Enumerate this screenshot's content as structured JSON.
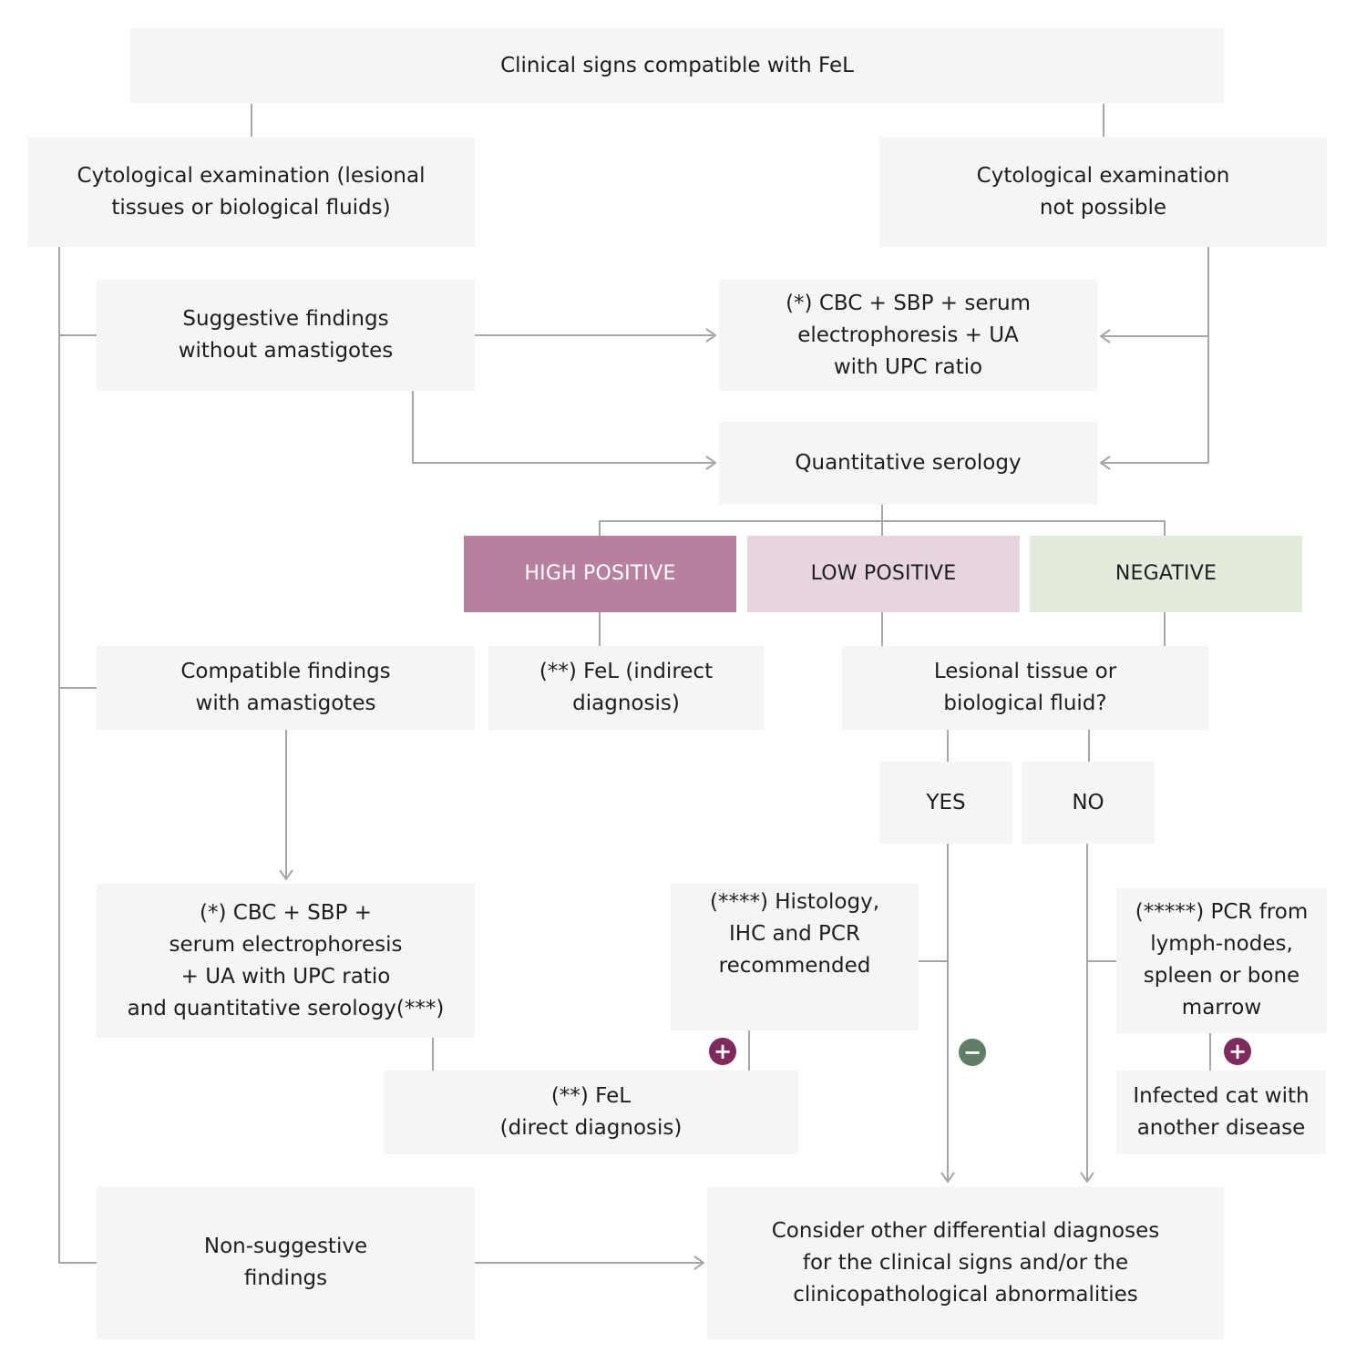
{
  "nodes": {
    "clinical_signs": "Clinical signs compatible with FeL",
    "cyto_exam": "Cytological examination (lesional\ntissues or biological fluids)",
    "cyto_not_possible": "Cytological examination\nnot possible",
    "suggestive_findings": "Suggestive findings\nwithout amastigotes",
    "cbc_panel": "(*) CBC + SBP + serum\nelectrophoresis + UA\nwith UPC ratio",
    "quant_serology": "Quantitative serology",
    "high_positive": "HIGH POSITIVE",
    "low_positive": "LOW POSITIVE",
    "negative": "NEGATIVE",
    "compatible_findings": "Compatible findings\nwith amastigotes",
    "fel_indirect": "(**) FeL (indirect\ndiagnosis)",
    "lesional_question": "Lesional tissue or\nbiological fluid?",
    "yes": "YES",
    "no": "NO",
    "cbc_serology": "(*) CBC + SBP +\nserum electrophoresis\n+ UA with UPC ratio\nand quantitative serology(***)",
    "histology": "(****) Histology,\nIHC and PCR\nrecommended",
    "pcr": "(*****) PCR from\nlymph-nodes,\nspleen or bone\nmarrow",
    "fel_direct": "(**) FeL\n(direct diagnosis)",
    "infected_cat": "Infected cat with\nanother disease",
    "non_suggestive": "Non-suggestive\nfindings",
    "consider_other": "Consider other differential diagnoses\nfor the clinical signs and/or the\nclinicopathological abnormalities"
  },
  "badges": {
    "histology_positive": "+",
    "pcr_positive": "+",
    "yes_negative": "−"
  },
  "colors": {
    "box_fill": "#f5f5f5",
    "connector": "#a6a6a6",
    "high_positive": "#b8809f",
    "low_positive": "#e6d4de",
    "negative": "#e3ecdc",
    "plus_badge": "#7f2a5f",
    "minus_badge": "#5f7e66"
  }
}
